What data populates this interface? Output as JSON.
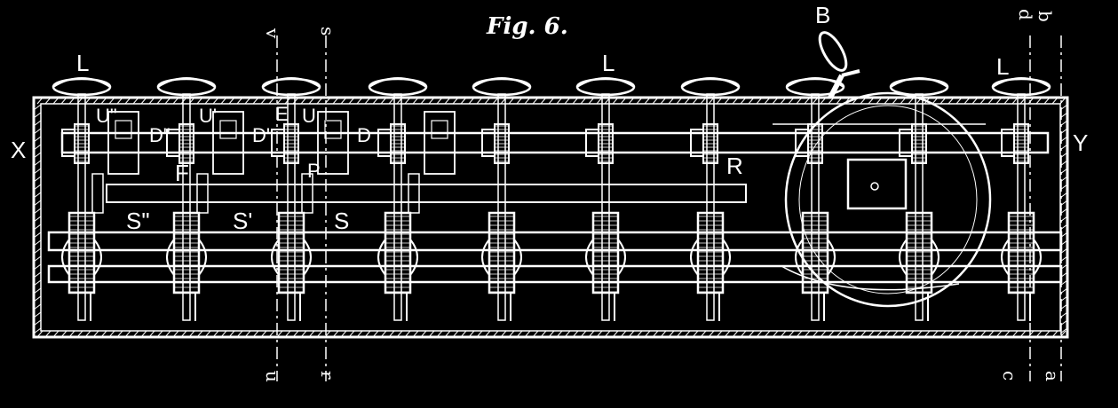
{
  "figure": {
    "title": "Fig. 6.",
    "colors": {
      "background": "#000000",
      "ink": "#ffffff"
    },
    "labels": {
      "L_left": "L",
      "L_mid": "L",
      "L_right": "L",
      "B": "B",
      "X": "X",
      "Y": "Y",
      "U2": "U\"",
      "U1": "U'",
      "U": "U",
      "E": "E",
      "D2": "D\"",
      "D1": "D'",
      "D": "D",
      "F": "F",
      "P": "P",
      "R": "R",
      "S2": "S\"",
      "S1": "S'",
      "S": "S"
    },
    "section_marks": {
      "v": "v",
      "s": "s",
      "d": "d",
      "b": "b",
      "u": "u",
      "r": "r",
      "c": "c",
      "a": "a"
    }
  }
}
